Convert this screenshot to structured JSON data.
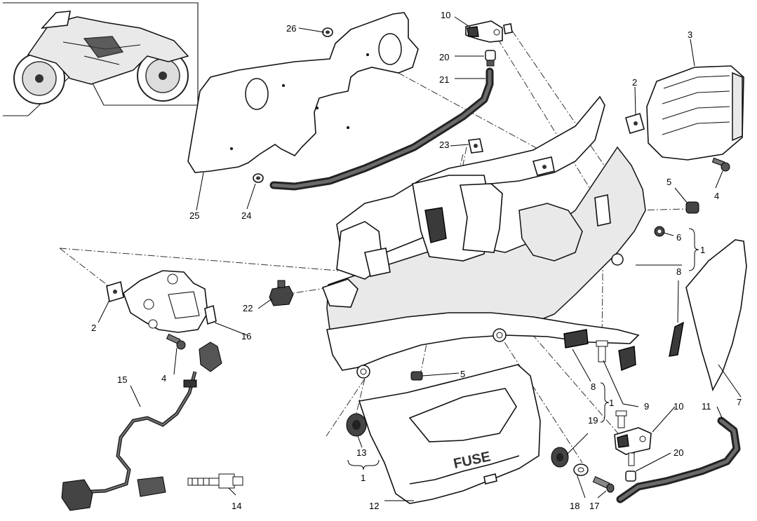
{
  "labels": {
    "l1a": "1",
    "l1b": "1",
    "l1c": "1",
    "l2a": "2",
    "l2b": "2",
    "l3": "3",
    "l4a": "4",
    "l4b": "4",
    "l5a": "5",
    "l5b": "5",
    "l6": "6",
    "l7": "7",
    "l8a": "8",
    "l8b": "8",
    "l9": "9",
    "l10a": "10",
    "l10b": "10",
    "l11": "11",
    "l12": "12",
    "l13": "13",
    "l14": "14",
    "l15": "15",
    "l16": "16",
    "l17": "17",
    "l18": "18",
    "l19": "19",
    "l20a": "20",
    "l20b": "20",
    "l21": "21",
    "l22": "22",
    "l23": "23",
    "l24": "24",
    "l25": "25",
    "l26": "26"
  },
  "fuse_box_text": "FUSE"
}
